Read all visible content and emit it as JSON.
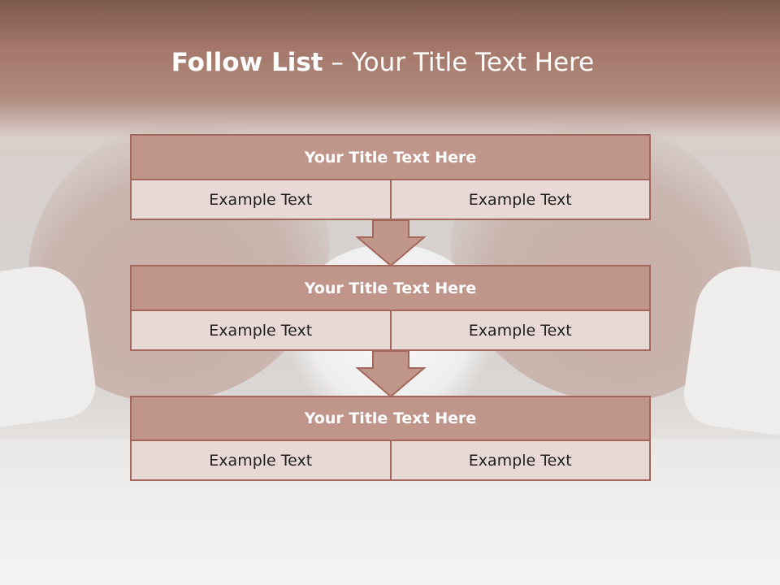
{
  "slide": {
    "title_bold": "Follow List",
    "title_rest": " – Your Title Text Here"
  },
  "steps": [
    {
      "title": "Your Title Text Here",
      "left": "Example Text",
      "right": "Example Text"
    },
    {
      "title": "Your Title Text Here",
      "left": "Example Text",
      "right": "Example Text"
    },
    {
      "title": "Your Title Text Here",
      "left": "Example Text",
      "right": "Example Text"
    }
  ],
  "colors": {
    "header_fill": "#c0958a",
    "border": "#a4675c",
    "cell_fill": "#e8d9d7",
    "title_band": "#9a6e60"
  },
  "icons": {
    "connector": "down-arrow-icon"
  }
}
